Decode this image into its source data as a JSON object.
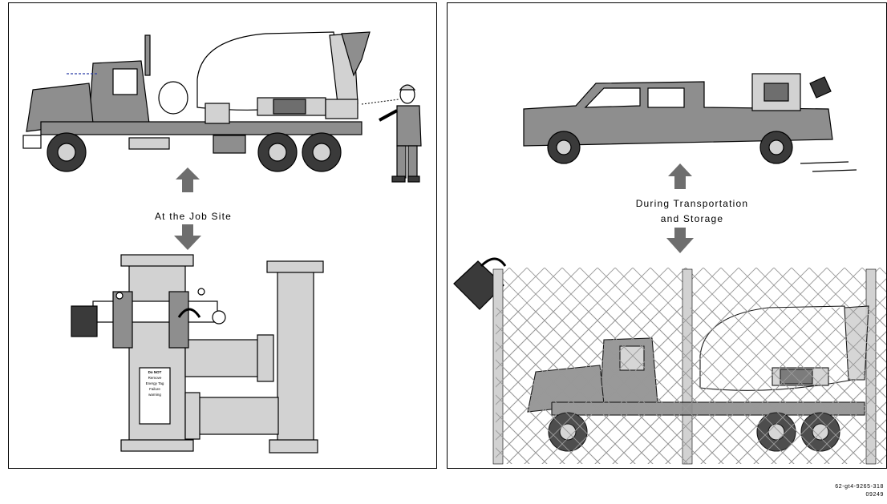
{
  "left_panel": {
    "caption": "At the Job Site",
    "sign_lines": [
      "Do NOT",
      "Remove",
      "Energy Tag",
      "Failure",
      "warning"
    ]
  },
  "right_panel": {
    "caption_line_1": "During Transportation",
    "caption_line_2": "and Storage"
  },
  "figure_id": {
    "line1": "62-gt4-9265-318",
    "line2": "09249"
  },
  "colors": {
    "equipment_gray": "#8e8e8e",
    "light_gray": "#d2d2d2",
    "arrow_gray": "#6e6e6e",
    "outline": "#000000"
  }
}
